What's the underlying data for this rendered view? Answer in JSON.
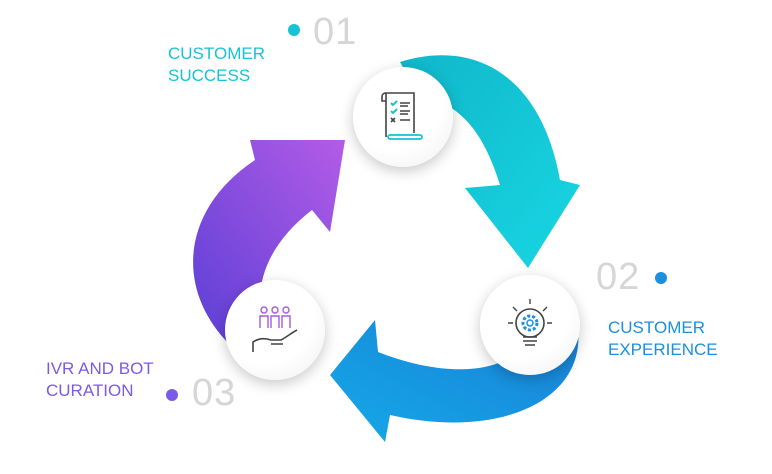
{
  "steps": [
    {
      "number": "01",
      "label_line1": "CUSTOMER",
      "label_line2": "SUCCESS",
      "color": "#16c3d6",
      "icon": "checklist-icon"
    },
    {
      "number": "02",
      "label_line1": "CUSTOMER",
      "label_line2": "EXPERIENCE",
      "color": "#1b8fe0",
      "icon": "lightbulb-gear-icon"
    },
    {
      "number": "03",
      "label_line1": "IVR AND BOT",
      "label_line2": "CURATION",
      "color": "#7a5be8",
      "icon": "hand-people-icon"
    }
  ],
  "arrow_colors": {
    "teal": "#12c9d8",
    "blue": "#1a8fe0",
    "purple": "#8b52e0"
  }
}
